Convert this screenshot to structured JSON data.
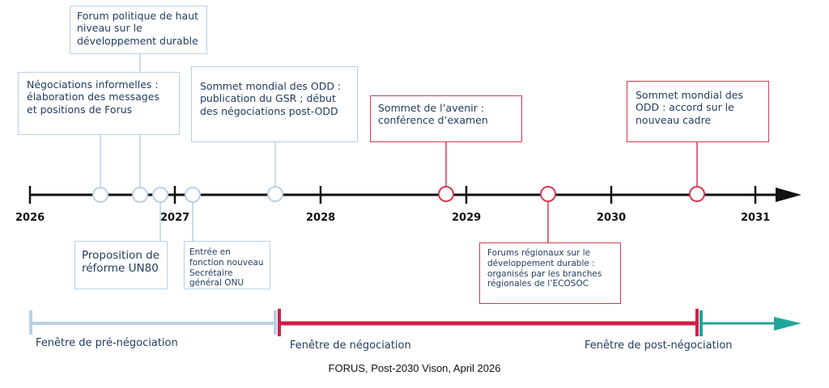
{
  "years": [
    "2026",
    "2027",
    "2028",
    "2029",
    "2030",
    "2031"
  ],
  "events": {
    "forum_politique": "Forum politique de haut niveau sur le développement durable",
    "negociations_informelles": "Négociations informelles : élaboration des messages et positions de Forus",
    "sommet_odd_gsr": "Sommet mondial des ODD : publication du GSR ; début des négociations post-ODD",
    "sommet_avenir": "Sommet de l’avenir : conférence d’examen",
    "sommet_odd_accord": "Sommet mondial des ODD : accord sur le nouveau cadre",
    "proposition_un80": "Proposition de réforme UN80",
    "entree_fonction": "Entrée en fonction nouveau Secrétaire général ONU",
    "forums_regionaux": "Forums régionaux sur le développement durable : organisés par les branches régionales de l’ECOSOC"
  },
  "phases": {
    "pre_negociation": "Fenêtre de pré-négociation",
    "negociation": "Fenêtre de négociation",
    "post_negociation": "Fenêtre de post-négociation"
  },
  "colors": {
    "pre": "#b9d0e6",
    "negociation": "#d01f48",
    "post": "#1fa69a",
    "axis": "#111111",
    "event_blue": "#b9d0e6",
    "event_red": "#d8394f"
  },
  "caption": "FORUS, Post-2030 Vison, April 2026"
}
